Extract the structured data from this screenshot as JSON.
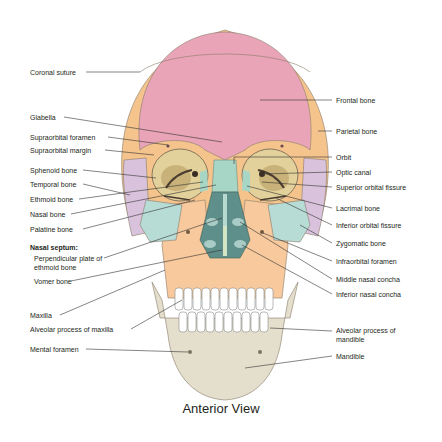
{
  "diagram": {
    "caption": "Anterior View",
    "labels": [
      "Coronal suture",
      "Glabella",
      "Supraorbital foramen",
      "Supraorbital margin",
      "Sphenoid bone",
      "Temporal bone",
      "Ethmoid bone",
      "Nasal bone",
      "Palatine bone",
      "Nasal septum:",
      "Perpendicular plate of ethmoid bone",
      "Vomer bone",
      "Maxilla",
      "Alveolar process of maxilla",
      "Mental foramen",
      "Frontal bone",
      "Parietal bone",
      "Orbit",
      "Optic canal",
      "Superior orbital fissure",
      "Lacrimal bone",
      "Inferior orbital fissure",
      "Zygomatic bone",
      "Infraorbital foramen",
      "Middle nasal concha",
      "Inferior nasal concha",
      "Alveolar process of mandible",
      "Mandible"
    ]
  }
}
